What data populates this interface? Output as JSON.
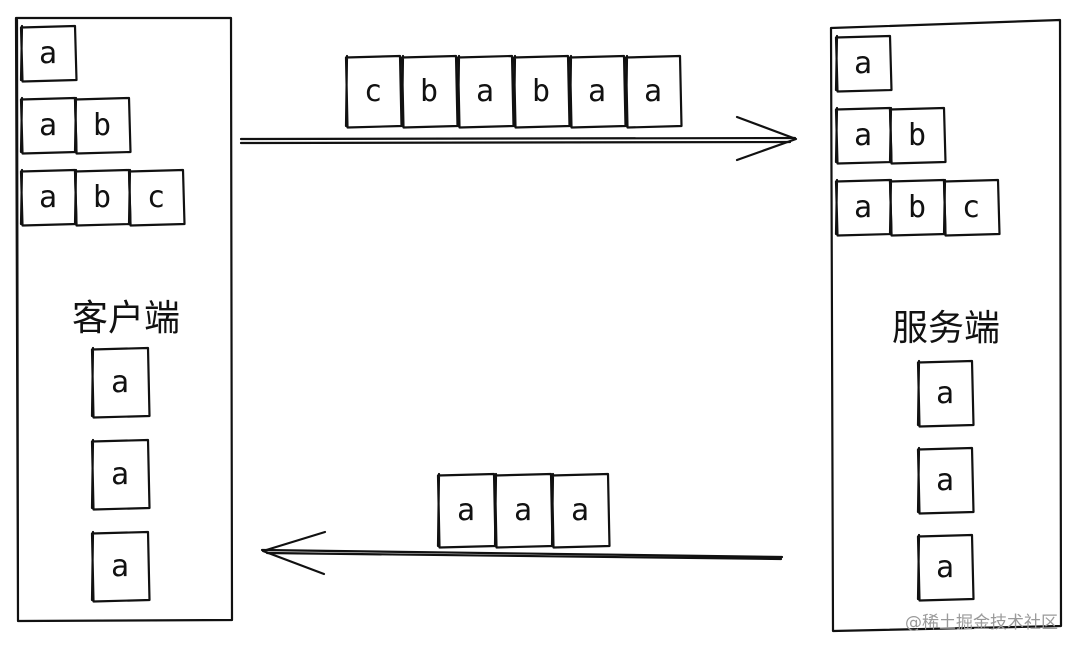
{
  "client": {
    "title": "客户端",
    "pyramid": [
      [
        "a"
      ],
      [
        "a",
        "b"
      ],
      [
        "a",
        "b",
        "c"
      ]
    ],
    "stack": [
      "a",
      "a",
      "a"
    ]
  },
  "server": {
    "title": "服务端",
    "pyramid": [
      [
        "a"
      ],
      [
        "a",
        "b"
      ],
      [
        "a",
        "b",
        "c"
      ]
    ],
    "stack": [
      "a",
      "a",
      "a"
    ]
  },
  "sent_sequence": [
    "c",
    "b",
    "a",
    "b",
    "a",
    "a"
  ],
  "returned_sequence": [
    "a",
    "a",
    "a"
  ],
  "watermark": "@稀土掘金技术社区"
}
